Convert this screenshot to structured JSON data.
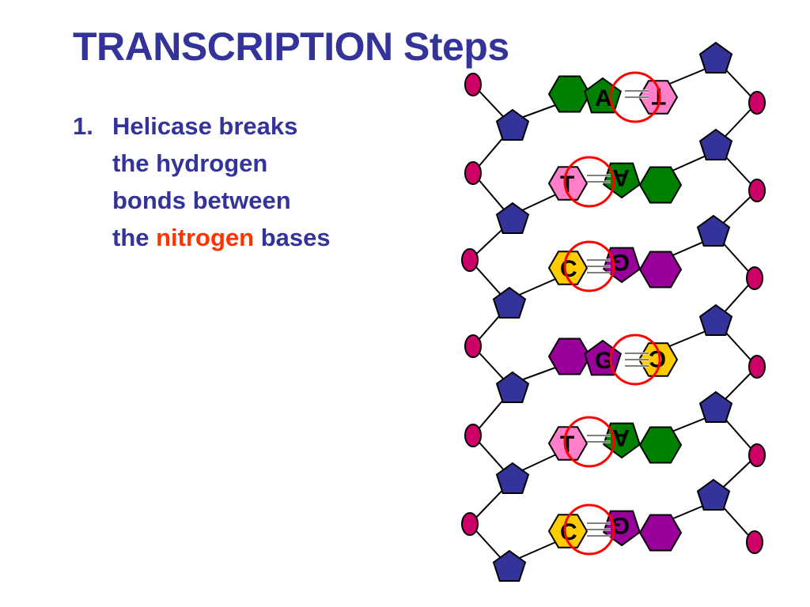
{
  "slide": {
    "title": "TRANSCRIPTION Steps",
    "steps": [
      {
        "number": "1.",
        "lines": [
          "Helicase breaks",
          "the hydrogen",
          "bonds between"
        ],
        "last_line_start": "the ",
        "highlight": "nitrogen",
        "last_line_end": " bases"
      }
    ]
  },
  "diagram": {
    "rungs": [
      {
        "left_base": "A",
        "right_base": "T",
        "left_color": "#008000",
        "right_color": "#ff80c8",
        "row": "top"
      },
      {
        "left_base": "T",
        "right_base": "A",
        "left_color": "#ff80c8",
        "right_color": "#008000",
        "row": "bottom"
      },
      {
        "left_base": "C",
        "right_base": "G",
        "left_color": "#ffcc00",
        "right_color": "#990099",
        "row": "bottom"
      },
      {
        "left_base": "G",
        "right_base": "C",
        "left_color": "#990099",
        "right_color": "#ffcc00",
        "row": "top"
      },
      {
        "left_base": "T",
        "right_base": "A",
        "left_color": "#ff80c8",
        "right_color": "#008000",
        "row": "bottom"
      },
      {
        "left_base": "C",
        "right_base": "G",
        "left_color": "#ffcc00",
        "right_color": "#990099",
        "row": "bottom"
      }
    ],
    "colors": {
      "sugar": "#333399",
      "phosphate": "#cc0066",
      "break_circle": "#ff0000",
      "text": "#333399",
      "highlight": "#ff3300"
    }
  }
}
